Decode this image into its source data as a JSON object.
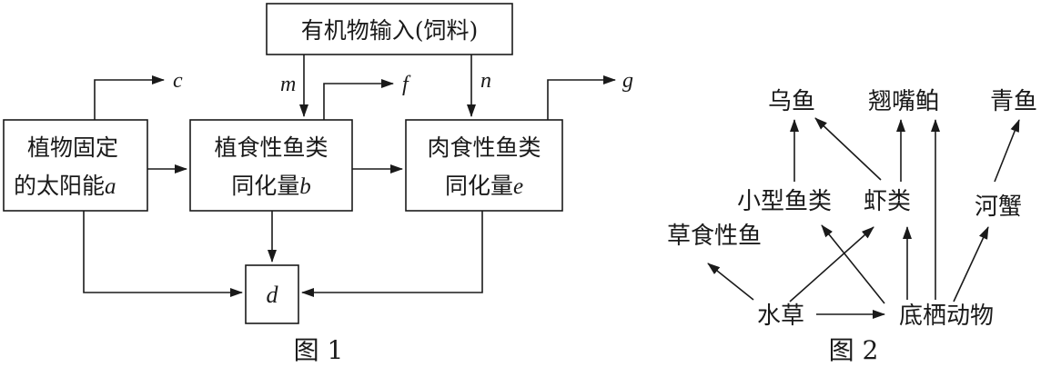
{
  "figure1": {
    "caption": "图 1",
    "input_box": "有机物输入(饲料)",
    "box_a": {
      "line1": "植物固定",
      "line2": "的太阳能",
      "var": "a"
    },
    "box_b": {
      "line1": "植食性鱼类",
      "line2": "同化量",
      "var": "b"
    },
    "box_e": {
      "line1": "肉食性鱼类",
      "line2": "同化量",
      "var": "e"
    },
    "box_d": "d",
    "labels": {
      "c": "c",
      "f": "f",
      "g": "g",
      "m": "m",
      "n": "n"
    }
  },
  "figure2": {
    "caption": "图 2",
    "nodes": {
      "wuyu": "乌鱼",
      "qiaozuibo": "翘嘴鲌",
      "qingyu": "青鱼",
      "xiaoxingyulei": "小型鱼类",
      "xialei": "虾类",
      "hexie": "河蟹",
      "caoshixingyu": "草食性鱼",
      "shuicao": "水草",
      "diqidongwu": "底栖动物"
    }
  }
}
